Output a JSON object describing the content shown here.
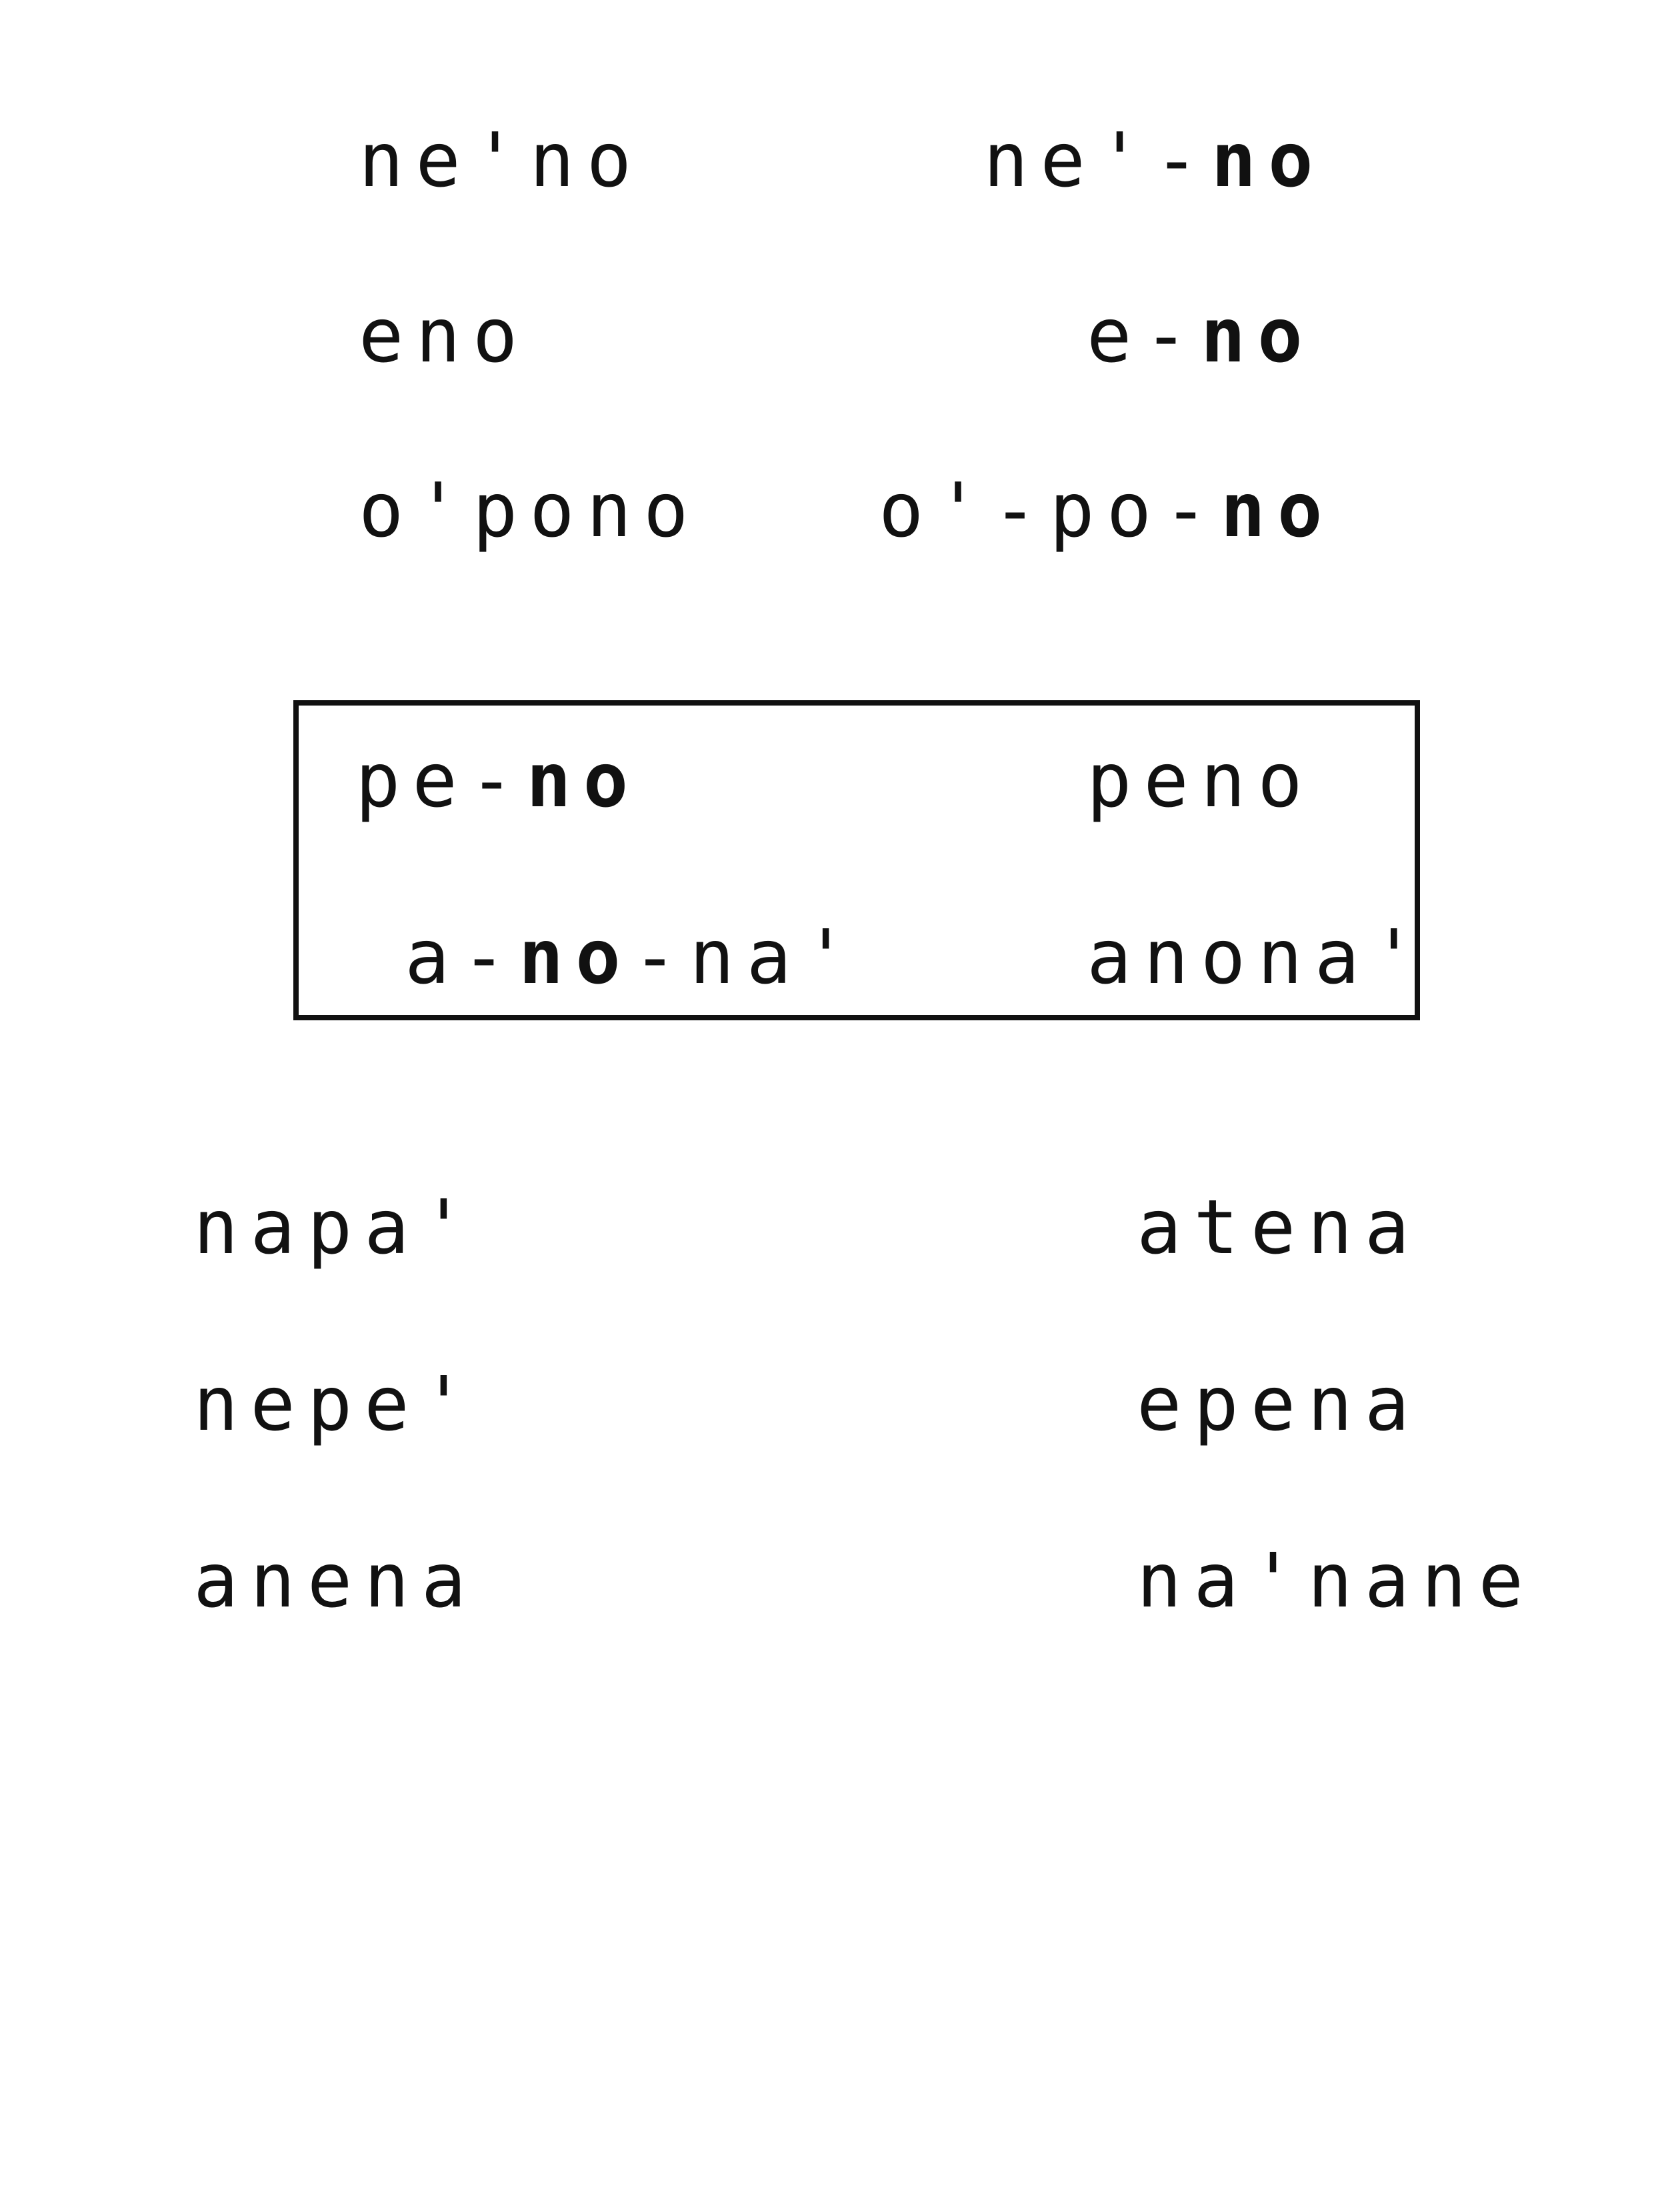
{
  "top_rows": [
    {
      "left": "ne'no",
      "right_parts": [
        {
          "t": "ne'-",
          "b": false
        },
        {
          "t": "no",
          "b": true
        }
      ]
    },
    {
      "left": "eno",
      "right_parts": [
        {
          "t": "e-",
          "b": false
        },
        {
          "t": "no",
          "b": true
        }
      ]
    },
    {
      "left": "o'pono",
      "right_parts": [
        {
          "t": "o'-po-",
          "b": false
        },
        {
          "t": "no",
          "b": true
        }
      ]
    }
  ],
  "box_rows": [
    {
      "left_parts": [
        {
          "t": "pe-",
          "b": false
        },
        {
          "t": "no",
          "b": true
        }
      ],
      "right": "peno"
    },
    {
      "left_parts": [
        {
          "t": "a-",
          "b": false
        },
        {
          "t": "no",
          "b": true
        },
        {
          "t": "-na'",
          "b": false
        }
      ],
      "right": "anona'"
    }
  ],
  "bottom_left": [
    "napa'",
    "nepe'",
    "anena"
  ],
  "bottom_right": [
    "atena",
    "epena",
    "na'nane"
  ]
}
